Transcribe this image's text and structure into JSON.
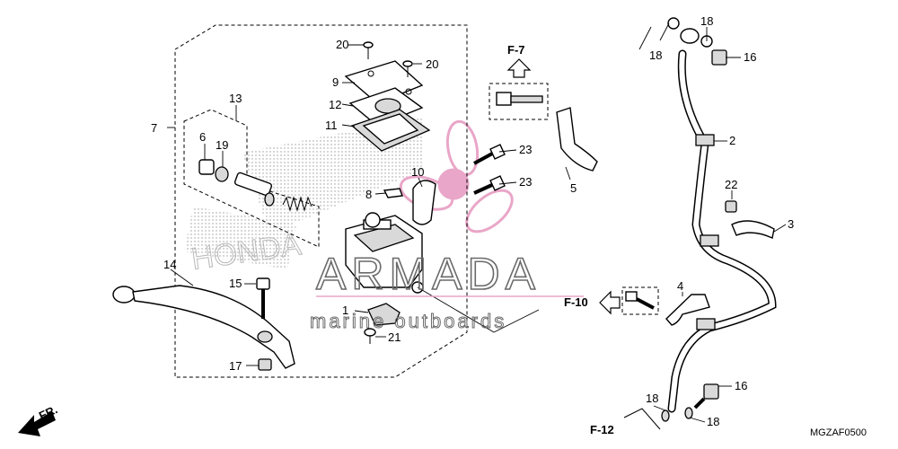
{
  "diagram": {
    "code": "MGZAF0500",
    "front_label": "FR.",
    "watermark": {
      "brand": "ARMADA",
      "subtitle": "marine outboards",
      "background_text": "HONDA",
      "logo_color": "#e9a6c8"
    },
    "refs": {
      "f7": "F-7",
      "f10": "F-10",
      "f12": "F-12"
    },
    "callouts": {
      "c1": "1",
      "c2": "2",
      "c3": "3",
      "c4": "4",
      "c5": "5",
      "c6": "6",
      "c7": "7",
      "c8": "8",
      "c9": "9",
      "c10": "10",
      "c11": "11",
      "c12": "12",
      "c13": "13",
      "c14": "14",
      "c15": "15",
      "c16a": "16",
      "c16b": "16",
      "c17": "17",
      "c18a": "18",
      "c18b": "18",
      "c18c": "18",
      "c18d": "18",
      "c19": "19",
      "c20a": "20",
      "c20b": "20",
      "c21": "21",
      "c22": "22",
      "c23a": "23",
      "c23b": "23"
    }
  }
}
